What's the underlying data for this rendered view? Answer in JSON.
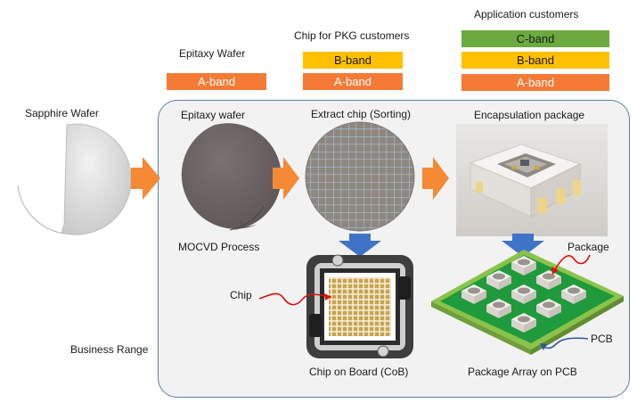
{
  "labels": {
    "sapphire_wafer": "Sapphire Wafer",
    "epitaxy_wafer_top": "Epitaxy Wafer",
    "chip_pkg_customers": "Chip for PKG customers",
    "application_customers": "Application customers",
    "epitaxy_wafer_inner": "Epitaxy wafer",
    "extract_chip": "Extract chip (Sorting)",
    "encapsulation_package": "Encapsulation package",
    "mocvd_process": "MOCVD Process",
    "chip": "Chip",
    "package": "Package",
    "pcb": "PCB",
    "business_range": "Business Range",
    "chip_on_board": "Chip on Board (CoB)",
    "package_array": "Package Array on PCB"
  },
  "bands": {
    "epitaxy_a": "A-band",
    "pkg_b": "B-band",
    "pkg_a": "A-band",
    "app_c": "C-band",
    "app_b": "B-band",
    "app_a": "A-band"
  },
  "colors": {
    "a_band": "#f47a36",
    "b_band": "#ffc000",
    "c_band": "#6aaa3e",
    "flow_arrow": "#f58a35",
    "down_arrow": "#3f73c8",
    "range_border": "#5b7fa6",
    "callout_red": "#e01010",
    "callout_blue": "#2f5597"
  }
}
